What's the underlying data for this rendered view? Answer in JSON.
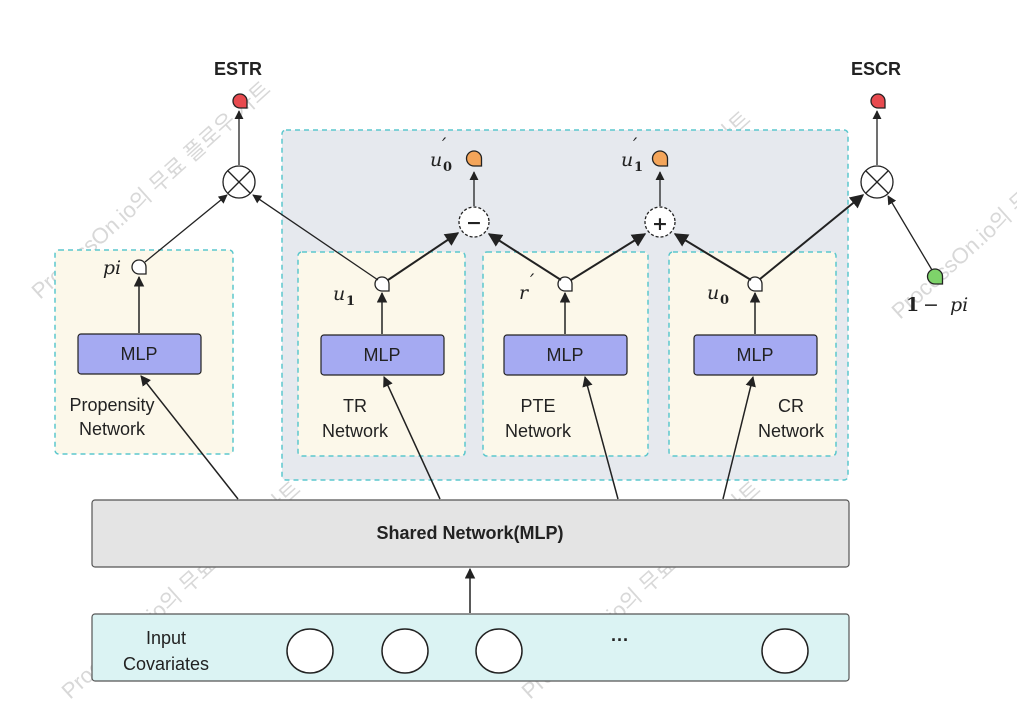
{
  "outputs": {
    "estr": "ESTR",
    "escr": "ESCR"
  },
  "networks": {
    "propensity": {
      "mlp": "MLP",
      "line1": "Propensity",
      "line2": "Network",
      "var": "pi"
    },
    "tr": {
      "mlp": "MLP",
      "line1": "TR",
      "line2": "Network",
      "var": "u",
      "sub": "1"
    },
    "pte": {
      "mlp": "MLP",
      "line1": "PTE",
      "line2": "Network",
      "var": "r",
      "prime": "′"
    },
    "cr": {
      "mlp": "MLP",
      "line1": "CR",
      "line2": "Network",
      "var": "u",
      "sub": "0"
    }
  },
  "derived": {
    "u0p": {
      "var": "u",
      "prime": "′",
      "sub": "0"
    },
    "u1p": {
      "var": "u",
      "prime": "′",
      "sub": "1"
    },
    "one_minus_pi": {
      "one": "1",
      "minus": " − ",
      "pi": "pi"
    }
  },
  "ops": {
    "minus": "−",
    "plus": "+",
    "times": "×"
  },
  "shared": {
    "label": "Shared Network(MLP)"
  },
  "input": {
    "line1": "Input",
    "line2": "Covariates",
    "ellipsis": "···"
  },
  "watermark": {
    "text": "ProcessOn.io의 무료 플로우 차트"
  },
  "colors": {
    "output_red": "#e84a4f",
    "derived_orange": "#f4a55a",
    "green": "#7ed36a",
    "mlp_fill": "#a5aaf2",
    "panel_fill": "#fcf8ea",
    "outer_fill": "#e6e9ee",
    "dash": "#5cc7cd",
    "shared_fill": "#e4e4e4",
    "input_fill": "#dbf3f3"
  }
}
